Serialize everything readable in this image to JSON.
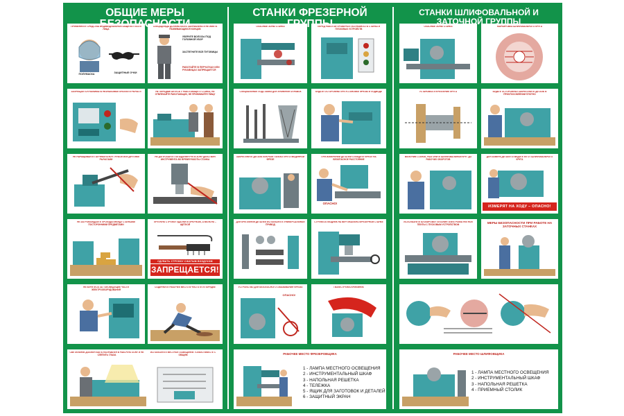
{
  "poster": {
    "col1": {
      "title": "ОБЩИЕ МЕРЫ БЕЗОПАСНОСТИ",
      "panels": [
        {
          "caption": "ПРИМЕНЯЙТЕ СРЕДСТВА ИНДИВИДУАЛЬНОЙ ЗАЩИТЫ ГЛАЗ И ЛИЦА",
          "labels": [
            "ПОЛУМАСКА",
            "ЗАЩИТНЫЕ ОЧКИ"
          ]
        },
        {
          "caption": "СПЕЦОДЕЖДА ДОЛЖНА БЫТЬ ЗАПРАВЛЕНА И НЕ ИМЕТЬ РАЗВЕВАЮЩИХСЯ КОНЦОВ",
          "labels": [
            "УБЕРИТЕ ВОЛОСЫ ПОД ГОЛОВНОЙ УБОР",
            "ЗАСТЕГНИТЕ ВСЕ ПУГОВИЦЫ",
            "РАБОТАЙТЕ В ПЕРЧАТКАХ ИЛИ РУКАВИЦАХ ЗАПРЕЩАЕТСЯ"
          ]
        },
        {
          "caption": "ЗАПРЕЩАЕТСЯ НАЖИМАТЬ НЕЗНАКОМЫЕ КНОПКИ И РЫЧАГИ"
        },
        {
          "caption": "НЕ ПЕРЕДВИГАЙТЕСЬ У РАБОТАЮЩЕГО СТАНКА, НЕ ОТВЛЕКАЙТЕ РАБОТАЮЩИХ, НЕ ПРИНИМАЙТЕ ПИЩУ"
        },
        {
          "caption": "НЕ НАРАЩИВАЙТЕ ГАЕЧНЫЙ КЛЮЧ ТРУБОЙ ИЛИ ДРУГИМИ РЫЧАГАМИ"
        },
        {
          "caption": "НЕ ДОПУСКАЙТЕ ПОПАДАНИЯ РУК В ЗОНУ ДЕЙСТВИЯ ИНСТРУМЕНТА ВО ВРЕМЯ РАБОТЫ СТАНКА"
        },
        {
          "caption": "НЕ ЗАГРОМОЖДАЙТЕ ПРОХОДЫ МЕЖДУ СТАНКАМИ ПОСТОРОННИМИ ПРЕДМЕТАМИ"
        },
        {
          "caption": "КРУПНУЮ СТРУЖКУ УДАЛЯЙТЕ КРЮЧКОМ, А МЕЛКУЮ – ЩЕТКОЙ",
          "banner_small": "СДУВАТЬ СТРУЖКУ СЖАТЫМ ВОЗДУХОМ",
          "banner": "ЗАПРЕЩАЕТСЯ!"
        },
        {
          "caption": "НЕ БЕРИТЕСЬ ЗА ТОКОВЕДУЩИЕ ЧАСТИ ЭЛЕКТРООБОРУДОВАНИЯ"
        },
        {
          "caption": "СОДЕРЖИТЕ РАБОЧЕЕ МЕСТО В ЧИСТОТЕ И ПОРЯДКЕ"
        },
        {
          "caption": "СВЕТИЛЬНИК ДОЛЖЕН БЫТЬ НАПРАВЛЕН В РАБОЧУЮ ЗОНУ И НЕ СЛЕПИТЬ ГЛАЗА"
        },
        {
          "caption": "ИСПОЛЬЗУЙТЕ МЕСТНОЕ ОСВЕЩЕНИЕ ТОЛЬКО ВМЕСТЕ С ОБЩИМ"
        }
      ]
    },
    "col2": {
      "title": "СТАНКИ ФРЕЗЕРНОЙ ГРУППЫ",
      "panels": [
        {
          "caption": "ОПАСНЫЕ ЗОНЫ СТАНКА"
        },
        {
          "caption": "ПЕРЕД РАБОТОЙ ПРОВЕРЬТЕ ИСПРАВНОСТЬ СТАНКА И ПУСКОВЫХ УСТРОЙСТВ"
        },
        {
          "caption": "СПЕЦИАЛЬНЫЕ ПОДСТАВКИ ДЛЯ ХРАНЕНИЯ ОПРАВОК"
        },
        {
          "caption": "БУДЬТЕ ОСТОРОЖНЫ ПРИ УСТАНОВКЕ ФРЕЗЫ И ПОДВОДЕ"
        },
        {
          "caption": "ЗАКРЕПЛЯЙТЕ ДЕТАЛЬ КЛЮЧОМ ТОЛЬКО ПРИ ОТВЕДЕННОЙ ФРЕЗЕ"
        },
        {
          "caption": "ПРИ ИЗМЕРЕНИИ ДЕТАЛЕЙ ОТВЕДИТЕ ФРЕЗУ НА БЕЗОПАСНОЕ РАССТОЯНИЕ",
          "warning": "ОПАСНО!"
        },
        {
          "caption": "ДЛЯ КРЕПЛЕНИЯ ДЕТАЛЕЙ ИСПОЛЬЗУЙТЕ УНИВЕРСАЛЬНЫЙ ПРИВОД"
        },
        {
          "caption": "СТРУЖКООТВОДНИК НА ВЕРТИКАЛЬНО-ФРЕЗЕРНОМ СТАНКЕ"
        },
        {
          "caption": "УСТРОЙСТВО ДЛЯ БЕЗОПАСНОГО СМАЗЫВАНИЯ ФРЕЗЫ",
          "warning": "ОПАСНО!"
        },
        {
          "caption": "ПЫЛЕСТРУЖКОПРИЕМНИК"
        }
      ],
      "workplace": {
        "title": "РАБОЧЕЕ МЕСТО ФРЕЗЕРОВЩИКА",
        "items": [
          "1 - ЛАМПА МЕСТНОГО ОСВЕЩЕНИЯ",
          "2 - ИНСТРУМЕНТАЛЬНЫЙ ШКАФ",
          "3 - НАПОЛЬНАЯ РЕШЕТКА",
          "4 - ТЕЛЕЖКА",
          "5 - ЯЩИК ДЛЯ ЗАГОТОВОК И ДЕТАЛЕЙ",
          "6 - ЗАЩИТНЫЙ ЭКРАН"
        ]
      }
    },
    "col3": {
      "title_line1": "СТАНКИ ШЛИФОВАЛЬНОЙ И",
      "title_line2": "ЗАТОЧНОЙ ГРУППЫ",
      "panels": [
        {
          "caption": "ОПАСНЫЕ ЗОНЫ СТАНКА"
        },
        {
          "caption": "МАРКИРОВКА ШЛИФОВАЛЬНОГО КРУГА"
        },
        {
          "caption": "УСТАНОВКА И КРЕПЛЕНИЕ КРУГА"
        },
        {
          "caption": "БУДЬТЕ ОСТОРОЖНЫ! ЗАКРЕПЛЯЙТЕ ДЕТАЛЬ В ПРИСПОСОБЛЕНИИ ПЛОТНО"
        },
        {
          "caption": "ВКЛЮЧИВ СТАНОК, РАЗГОНИТЕ ШЛИФОВАЛЬНЫЙ КРУГ ДО РАБОЧИХ ОБОРОТОВ"
        },
        {
          "caption": "ДЛЯ ЗАМЕРА ДЕТАЛИ ОТВЕДИТЕ ЕЕ ОТ ШЛИФОВАЛЬНОГО КРУГА",
          "banner": "ИЗМЕРЯТ НА ХОДУ – ОПАСНО!"
        },
        {
          "caption": "ИСПОЛЬЗУЙТЕ БЛОКИРОВКУ ПИТАНИЯ ЭЛЕКТРОМАГНИТНОЙ ПЛИТЫ С ПУСКОВЫМ УСТРОЙСТВОМ"
        },
        {
          "title": "МЕРЫ БЕЗОПАСНОСТИ ПРИ РАБОТЕ НА ЗАТОЧНЫХ СТАНКАХ"
        },
        {
          "caption": ""
        }
      ],
      "workplace": {
        "title": "РАБОЧЕЕ МЕСТО ШЛИФОВЩИКА",
        "items": [
          "1 - ЛАМПА МЕСТНОГО ОСВЕЩЕНИЯ",
          "2 - ИНСТРУМЕНТАЛЬНЫЙ ШКАФ",
          "3 - НАПОЛЬНАЯ РЕШЕТКА",
          "4 - ПРИЕМНЫЙ СТОЛИК"
        ]
      }
    },
    "colors": {
      "green": "#12934a",
      "red": "#d5251d",
      "machine": "#3fa2a6",
      "floor": "#c8a066"
    }
  }
}
